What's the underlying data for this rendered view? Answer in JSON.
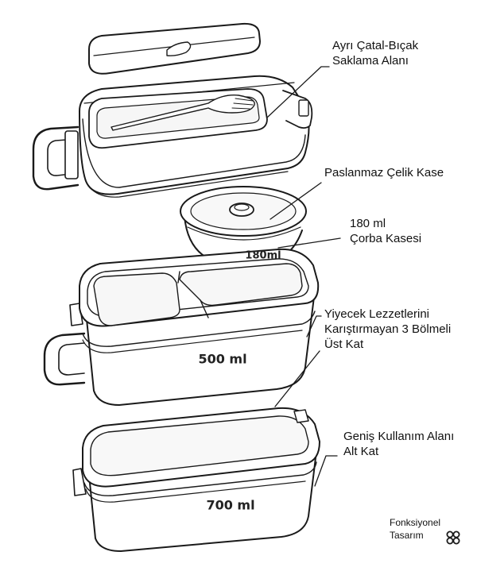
{
  "callouts": {
    "cutlery": [
      "Ayrı Çatal-Bıçak",
      "Saklama Alanı"
    ],
    "steel_bowl": [
      "Paslanmaz Çelik Kase"
    ],
    "soup_bowl": [
      "180 ml",
      "Çorba Kasesi"
    ],
    "upper_tier": [
      "Yiyecek Lezzetlerini",
      "Karıştırmayan 3 Bölmeli",
      "Üst Kat"
    ],
    "lower_tier": [
      "Geniş Kullanım Alanı",
      "Alt Kat"
    ]
  },
  "capacity_labels": {
    "bowl": "180ml",
    "upper": "500 ml",
    "lower": "700 ml"
  },
  "brand": {
    "line1": "Fonksiyonel",
    "line2": "Tasarım",
    "icon": "four-petal-logo-icon"
  },
  "colors": {
    "line": "#1a1a1a",
    "fill": "#ffffff",
    "shade": "#f3f3f3"
  }
}
